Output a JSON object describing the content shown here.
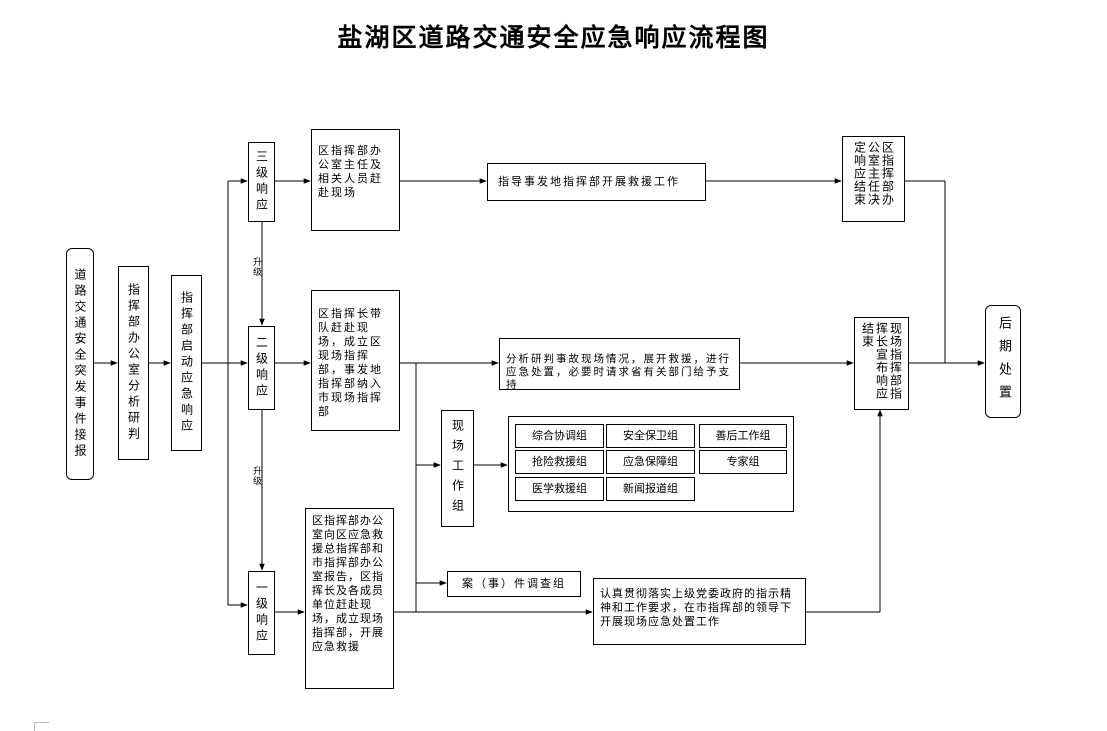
{
  "title": "盐湖区道路交通安全应急响应流程图",
  "nodes": {
    "start": "道路交通安全突发事件接报",
    "analyze": "指挥部办公室分析研判",
    "launch": "指挥部启动应急响应",
    "level3": "三级响应",
    "level2": "二级响应",
    "level1": "一级响应",
    "upgrade_a": "升级",
    "upgrade_b": "升级",
    "l3_action": "区指挥部办公室主任及相关人员赶赴现场",
    "l3_guide": "指导事发地指挥部开展救援工作",
    "l3_end": "区指挥部办公室主任决定响应结束",
    "l2_action": "区指挥长带队赶赴现场，成立区现场指挥部，事发地指挥部纳入市现场指挥部",
    "l2_analysis": "分析研判事故现场情况，展开救援，进行应急处置，必要时请求省有关部门给予支持",
    "l2_end": "现场指挥部指挥长宣布响应结束",
    "site_groups": "现场工作组",
    "groups": [
      "综合协调组",
      "安全保卫组",
      "善后工作组",
      "抢险救援组",
      "应急保障组",
      "专家组",
      "医学救援组",
      "新闻报道组"
    ],
    "l1_action": "区指挥部办公室向区应急救援总指挥部和市指挥部办公室报告，区指挥长及各成员单位赶赴现场，成立现场指挥部，开展应急救援",
    "investigation": "案（事）件调查组",
    "l1_implement": "认真贯彻落实上级党委政府的指示精神和工作要求，在市指挥部的领导下开展现场应急处置工作",
    "aftermath": "后期处置"
  }
}
